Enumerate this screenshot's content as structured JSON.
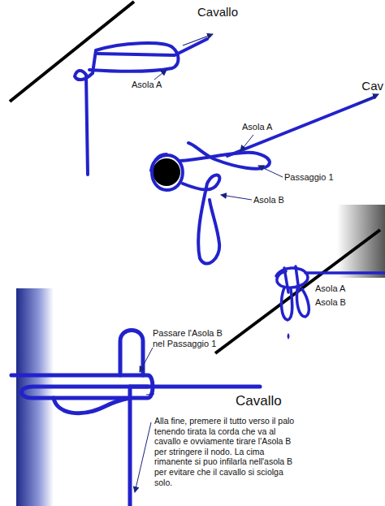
{
  "diagram": {
    "labels": [
      "Cavallo",
      "Asola A",
      "Asola A",
      "Cav",
      "Passaggio 1",
      "Asola B",
      "Asola A",
      "Asola B",
      "Passare l'Asola B nel Passaggio 1",
      "Cavallo",
      "Alla fine, premere il tutto verso il palo tenendo tirata la corda che va al cavallo e ovviamente tirare l'Asola B per stringere il nodo. La cima rimanente si puo infilarla nell'asola B per evitare che il cavallo si sciolga solo."
    ]
  }
}
